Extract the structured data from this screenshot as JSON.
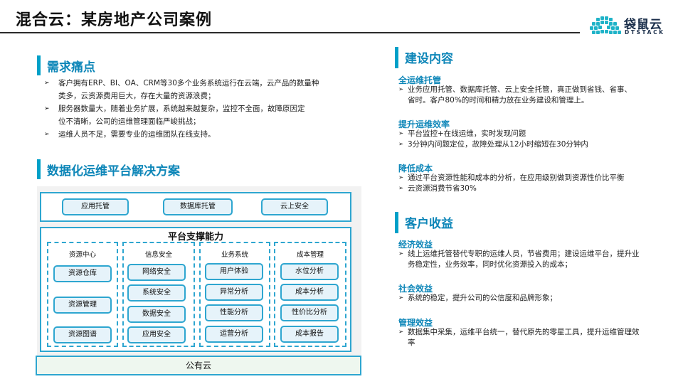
{
  "header": {
    "title": "混合云：某房地产公司案例",
    "logo_cn": "袋鼠云",
    "logo_en": "DTSTACK"
  },
  "demand": {
    "heading": "需求痛点",
    "items": [
      "客户拥有ERP、BI、OA、CRM等30多个业务系统运行在云端，云产品的数量种",
      "类多，云资源费用巨大，存在大量的资源浪费；",
      "服务器数量大，随着业务扩展，系统越来越复杂，监控不全面，故障原因定",
      "位不清晰，公司的运维管理面临严峻挑战；",
      "运维人员不足，需要专业的运维团队在线支持。"
    ]
  },
  "solution": {
    "heading": "数据化运维平台解决方案",
    "top_items": [
      "应用托管",
      "数据库托管",
      "云上安全"
    ],
    "platform_title": "平台支撑能力",
    "columns": [
      {
        "title": "资源中心",
        "items": [
          "资源仓库",
          "资源管理",
          "资源图谱"
        ]
      },
      {
        "title": "信息安全",
        "items": [
          "网络安全",
          "系统安全",
          "数据安全",
          "应用安全"
        ]
      },
      {
        "title": "业务系统",
        "items": [
          "用户体验",
          "异常分析",
          "性能分析",
          "运营分析"
        ]
      },
      {
        "title": "成本管理",
        "items": [
          "水位分析",
          "成本分析",
          "性价比分析",
          "成本报告"
        ]
      }
    ],
    "base": "公有云"
  },
  "build": {
    "heading": "建设内容",
    "groups": [
      {
        "title": "全运维托管",
        "items": [
          "业务应用托管、数据库托管、云上安全托管，真正做到省钱、省事、",
          "省时。客户80%的时间和精力放在业务建设和管理上。"
        ]
      },
      {
        "title": "提升运维效率",
        "items": [
          "平台监控+在线运维，实时发现问题",
          "3分钟内问题定位，故障处理从12小时缩短在30分钟内"
        ]
      },
      {
        "title": "降低成本",
        "items": [
          "通过平台资源性能和成本的分析，在应用级别做到资源性价比平衡",
          "云资源消费节省30%"
        ]
      }
    ]
  },
  "benefit": {
    "heading": "客户收益",
    "groups": [
      {
        "title": "经济效益",
        "items": [
          "线上运维托管替代专职的运维人员，节省费用；建设运维平台，提升业",
          "务稳定性，业务效率，同时优化资源投入的成本；"
        ]
      },
      {
        "title": "社会效益",
        "items": [
          "系统的稳定，提升公司的公信度和品牌形象；"
        ]
      },
      {
        "title": "管理效益",
        "items": [
          "数据集中采集，运维平台统一，替代原先的零星工具，提升运维管理效",
          "率"
        ]
      }
    ]
  },
  "colors": {
    "accent": "#0d86b8",
    "border": "#2ea6d0",
    "pill_fill": "#e6f3fa"
  }
}
